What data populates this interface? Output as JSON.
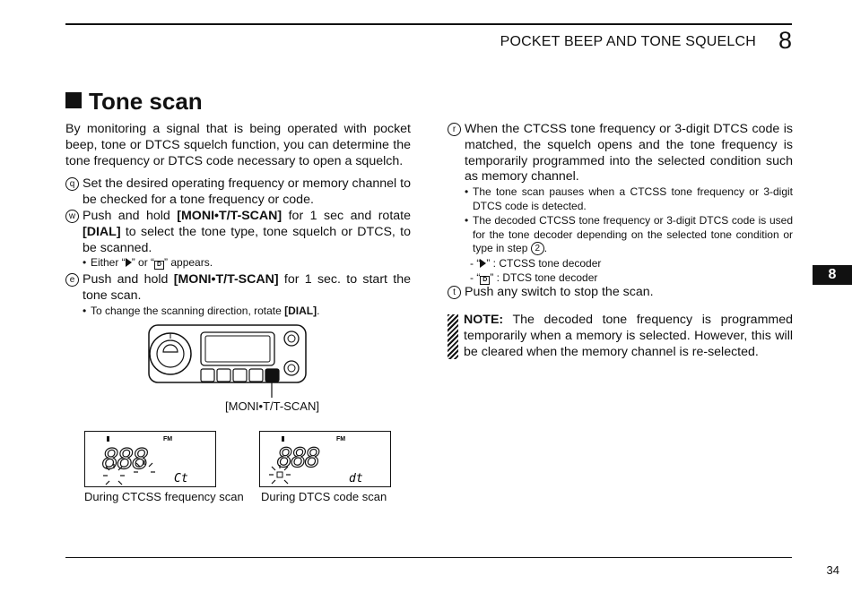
{
  "header": {
    "title": "POCKET BEEP AND TONE SQUELCH",
    "chapter": "8"
  },
  "section": {
    "title": "Tone scan"
  },
  "left_column": {
    "intro": "By monitoring a signal that is being operated with pocket beep, tone or DTCS squelch function, you can determine the tone frequency or DTCS code necessary to open a squelch.",
    "step1": {
      "num": "q",
      "text": "Set the desired operating frequency or memory channel to be checked for a tone frequency or code."
    },
    "step2": {
      "num": "w",
      "pre": "Push and hold ",
      "key1": "[MONI•T/T-SCAN]",
      "mid": " for 1 sec and rotate ",
      "key2": "[DIAL]",
      "post": " to select the tone type, tone squelch or DTCS, to be scanned."
    },
    "step2_note": {
      "pre": "Either “",
      "mid": "” or “",
      "post": "” appears."
    },
    "step3": {
      "num": "e",
      "pre": "Push and hold ",
      "key": "[MONI•T/T-SCAN]",
      "post": " for 1 sec. to start the tone scan."
    },
    "step3_note": {
      "pre": "To change the scanning direction, rotate ",
      "key": "[DIAL]",
      "post": "."
    }
  },
  "figure": {
    "callout": "[MONI•T/T-SCAN]",
    "lcd1": {
      "fm": "FM",
      "digits": "888",
      "sub": "Ct",
      "caption": "During CTCSS frequency scan"
    },
    "lcd2": {
      "fm": "FM",
      "digits": "888",
      "sub": "dt",
      "caption": "During DTCS code scan"
    }
  },
  "right_column": {
    "step4": {
      "num": "r",
      "text": "When the CTCSS tone frequency or 3-digit DTCS code is matched, the squelch opens and the tone frequency is temporarily programmed into the selected condition such as memory channel."
    },
    "step4_note1": "The tone scan pauses when a CTCSS tone frequency or 3-digit DTCS code is detected.",
    "step4_note2": {
      "text": "The decoded CTCSS tone frequency or 3-digit DTCS code is used for the tone decoder depending on the selected tone condition or type in step ",
      "ref": "2",
      "post": "."
    },
    "decoder1": ": CTCSS tone decoder",
    "decoder2": ": DTCS tone decoder",
    "step5": {
      "num": "t",
      "text": "Push any switch to stop the scan."
    },
    "note": {
      "label": "NOTE:",
      "text": " The decoded tone frequency is programmed temporarily when a memory is selected. However, this will be cleared when the memory channel is re-selected."
    }
  },
  "side_tab": "8",
  "page_number": "34"
}
